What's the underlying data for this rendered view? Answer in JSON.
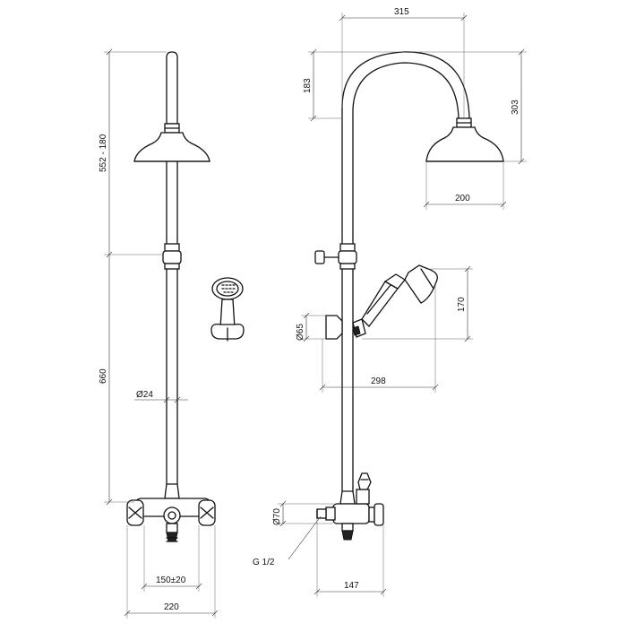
{
  "dimensions": {
    "left_total_height": "552 - 180",
    "left_column": "660",
    "pipe_diameter": "Ø24",
    "center_spacing": "150±20",
    "overall_width": "220",
    "arc_width": "315",
    "arc_height": "183",
    "head_drop": "303",
    "head_diameter": "200",
    "hand_shower_height": "170",
    "bracket_diameter": "Ø65",
    "hand_shower_reach": "298",
    "inlet_diameter": "Ø70",
    "thread": "G 1/2",
    "wall_offset": "147"
  }
}
